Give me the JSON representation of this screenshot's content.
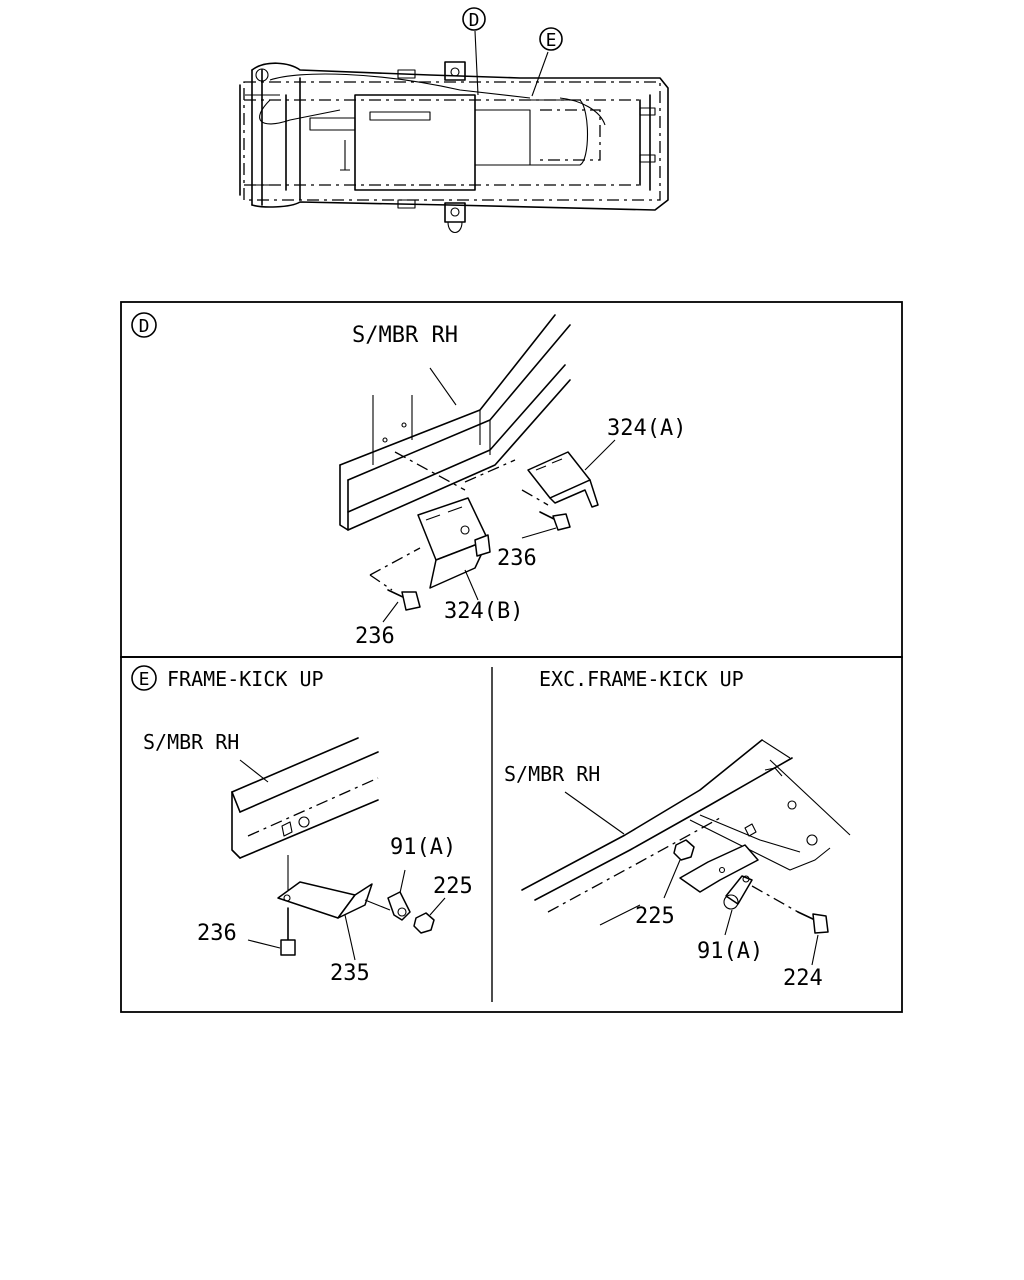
{
  "overview": {
    "callout_d": "D",
    "callout_e": "E"
  },
  "detail_d": {
    "badge": "D",
    "label_smbr": "S/MBR RH",
    "part_324a": "324(A)",
    "part_236_upper": "236",
    "part_324b": "324(B)",
    "part_236_lower": "236"
  },
  "detail_e_kickup": {
    "badge": "E",
    "title": "FRAME-KICK UP",
    "label_smbr": "S/MBR RH",
    "part_91a": "91(A)",
    "part_225": "225",
    "part_236": "236",
    "part_235": "235"
  },
  "detail_e_exc": {
    "title": "EXC.FRAME-KICK UP",
    "label_smbr": "S/MBR RH",
    "part_225": "225",
    "part_91a": "91(A)",
    "part_224": "224"
  }
}
